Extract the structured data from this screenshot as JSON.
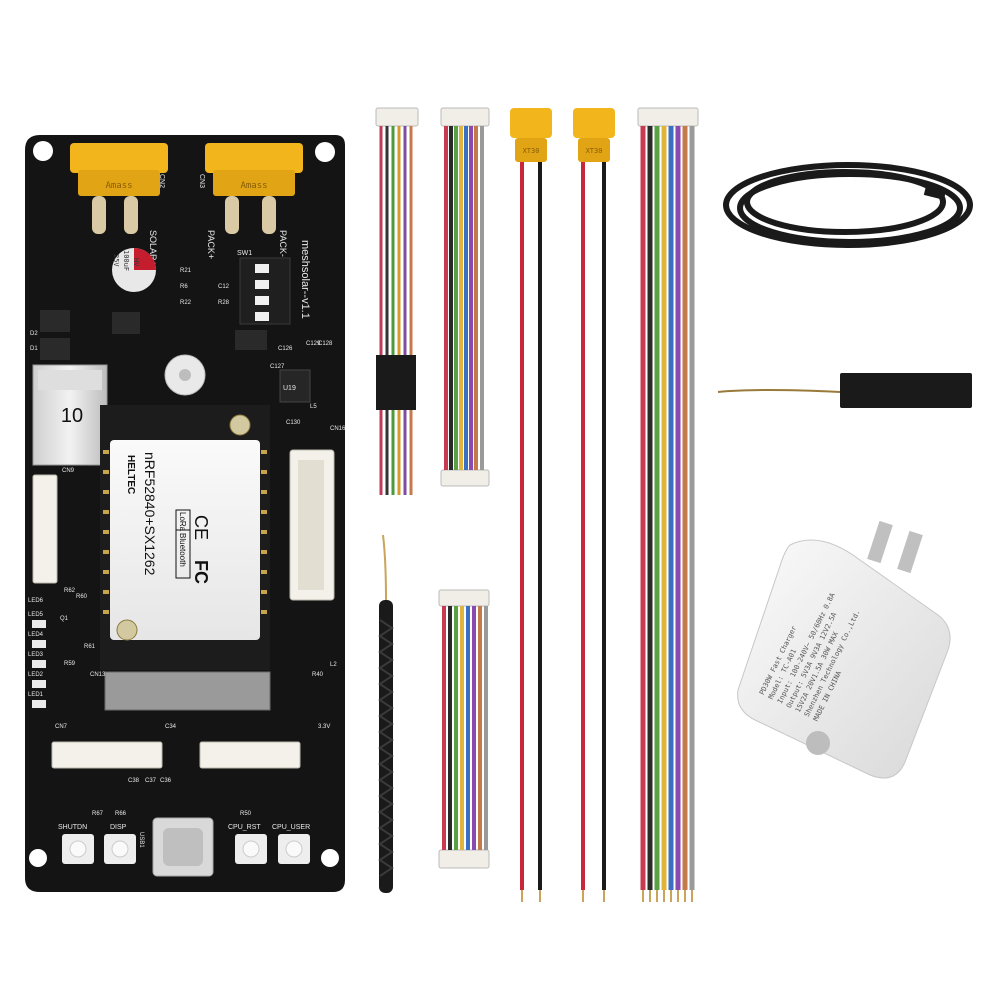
{
  "board": {
    "title": "meshsolar--v1.1",
    "connectors": {
      "solar_label": "SOLAR+",
      "pack_label": "PACK+",
      "pack_minus_label": "PACK-",
      "cn2": "CN2",
      "cn3": "CN3",
      "amass_left": "Amass",
      "amass_right": "Amass"
    },
    "capacitor": {
      "line1": "HV",
      "line2": "100uF",
      "line3": "25V"
    },
    "switch_label": "SW1",
    "battery_tag": "10",
    "module": {
      "brand": "HELTEC",
      "name": "nRF52840+SX1262",
      "badge_bluetooth": "Bluetooth",
      "badge_lora": "LoRa",
      "fc": "FC",
      "ce": "CE"
    },
    "buttons": [
      "SHUTDN",
      "DISP",
      "CPU_RST",
      "CPU_USER"
    ],
    "usb_label": "USB1",
    "chip_label": "U19",
    "side_labels": [
      "CN9",
      "LED6",
      "LED5",
      "LED4",
      "LED3",
      "LED2",
      "LED1",
      "CN7"
    ],
    "component_refs": [
      "R21",
      "R6",
      "R22",
      "R28",
      "C12",
      "C126",
      "C127",
      "C128",
      "C129",
      "C130",
      "R60",
      "R62",
      "R59",
      "R61",
      "R66",
      "R67",
      "R50",
      "C34",
      "C38",
      "C37",
      "C36",
      "R40",
      "L2",
      "L5",
      "Q1",
      "D1",
      "D2",
      "CN16",
      "CN13",
      "3.3V"
    ]
  },
  "accessories": {
    "charger_label_lines": [
      "PD30W Fast Charger",
      "Model: TC-A01",
      "Input: 100-240V~ 50/60Hz 0.8A",
      "Output: 5V3A 9V3A 12V2.5A",
      "15V2A 20V1.5A 30W MAX",
      "Shenzhen Technology Co.,Ltd.",
      "MADE IN CHINA"
    ],
    "xt30_label": "XT30"
  },
  "colors": {
    "board": "#141414",
    "xt_connector": "#f2b51c",
    "wire_red": "#c8283c",
    "wire_black": "#1a1a1a"
  }
}
